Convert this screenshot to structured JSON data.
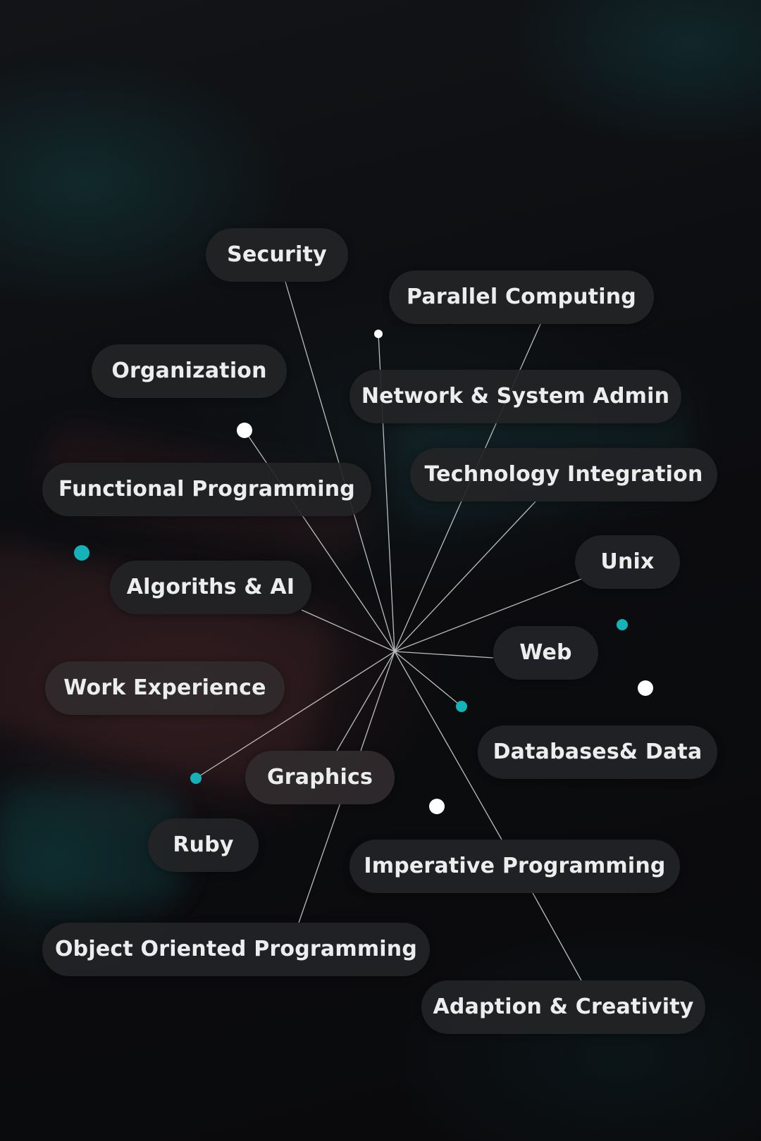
{
  "topics": [
    {
      "id": "security",
      "label": "Security"
    },
    {
      "id": "parallel-computing",
      "label": "Parallel Computing"
    },
    {
      "id": "organization",
      "label": "Organization"
    },
    {
      "id": "network-system-admin",
      "label": "Network & System Admin"
    },
    {
      "id": "technology-integration",
      "label": "Technology Integration"
    },
    {
      "id": "functional-programming",
      "label": "Functional Programming"
    },
    {
      "id": "unix",
      "label": "Unix"
    },
    {
      "id": "algorithms-ai",
      "label": "Algoriths & AI"
    },
    {
      "id": "web",
      "label": "Web"
    },
    {
      "id": "work-experience",
      "label": "Work Experience"
    },
    {
      "id": "databases-data",
      "label": "Databases& Data"
    },
    {
      "id": "graphics",
      "label": "Graphics"
    },
    {
      "id": "ruby",
      "label": "Ruby"
    },
    {
      "id": "imperative-programming",
      "label": "Imperative Programming"
    },
    {
      "id": "object-oriented-programming",
      "label": "Object Oriented Programming"
    },
    {
      "id": "adaption-creativity",
      "label": "Adaption & Creativity"
    }
  ],
  "colors": {
    "pill_background": "#222426",
    "pill_text": "#eceeee",
    "line": "#d8dcdc",
    "dot_white": "#ffffff",
    "dot_teal": "#14b3b8"
  }
}
